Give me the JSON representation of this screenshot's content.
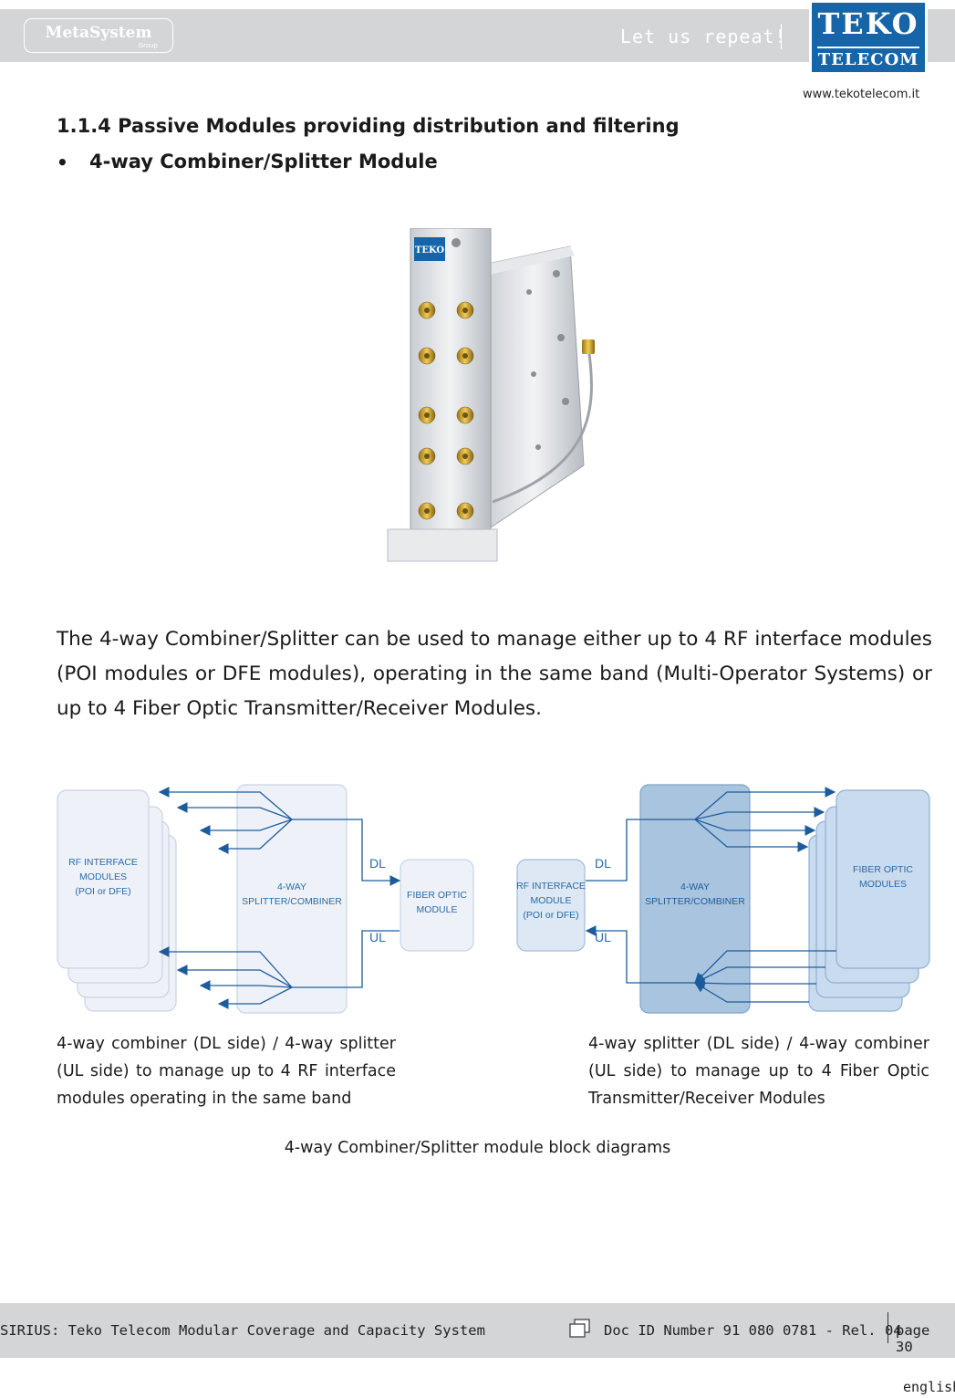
{
  "header": {
    "group_logo_name": "MetaSystem",
    "group_logo_sub": "Group",
    "slogan": "Let us repeat!",
    "brand_logo_top": "TEKO",
    "brand_logo_bottom": "TELECOM",
    "website": "www.tekotelecom.it"
  },
  "section": {
    "heading": "1.1.4  Passive Modules providing distribution and filtering",
    "bullet": "•",
    "subheading": "4-way Combiner/Splitter Module"
  },
  "photo": {
    "icon": "combiner-splitter-module-photo",
    "label": "TEKO"
  },
  "body": {
    "paragraph": "The 4-way Combiner/Splitter can be used to manage either up to 4 RF interface modules (POI modules or DFE modules), operating in the same band (Multi-Operator Systems) or up to 4 Fiber Optic Transmitter/Receiver Modules."
  },
  "diagram_left": {
    "rf_line1": "RF INTERFACE",
    "rf_line2": "MODULES",
    "rf_line3": "(POI or DFE)",
    "splitter_line1": "4-WAY",
    "splitter_line2": "SPLITTER/COMBINER",
    "dl": "DL",
    "ul": "UL",
    "fiber_line1": "FIBER OPTIC",
    "fiber_line2": "MODULE"
  },
  "diagram_right": {
    "rf_line1": "RF INTERFACE",
    "rf_line2": "MODULE",
    "rf_line3": "(POI or DFE)",
    "dl": "DL",
    "ul": "UL",
    "splitter_line1": "4-WAY",
    "splitter_line2": "SPLITTER/COMBINER",
    "fiber_line1": "FIBER OPTIC",
    "fiber_line2": "MODULES"
  },
  "captions": {
    "left": "4-way combiner (DL side) / 4-way splitter (UL side) to manage up to 4 RF interface modules operating in the same band",
    "right": "4-way splitter (DL side) / 4-way combiner (UL side) to manage up to 4 Fiber Optic Transmitter/Receiver Modules",
    "figure": "4-way Combiner/Splitter module block diagrams"
  },
  "footer": {
    "title": "SIRIUS: Teko Telecom Modular Coverage and Capacity System",
    "doc_id": "Doc ID Number 91 080 0781 - Rel. 04",
    "page": "page 30",
    "language": "english",
    "doc_icon": "document-copy-icon"
  },
  "colors": {
    "brand_blue": "#1565a8",
    "band_gray": "#d4d5d7",
    "diagram_blue": "#2a6aa8",
    "diagram_fill_light": "#e8eef6",
    "diagram_fill_dark": "#a9c4df"
  }
}
